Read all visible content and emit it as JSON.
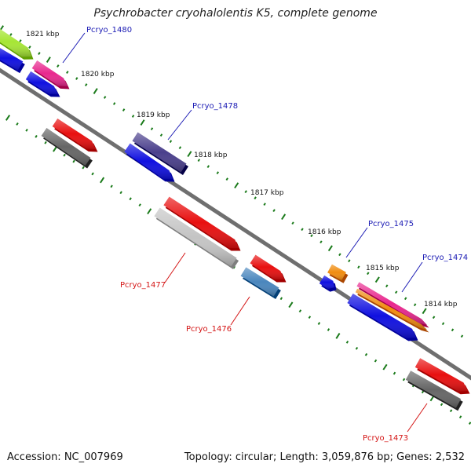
{
  "title": "Psychrobacter cryohalolentis K5, complete genome",
  "footer": {
    "accession": "Accession: NC_007969",
    "summary": "Topology: circular; Length: 3,059,876 bp; Genes: 2,532"
  },
  "colors": {
    "backbone": "#6f6f6f",
    "tick": "#1a7a1a",
    "forward_label": "#1a1ab4",
    "reverse_label": "#d41414"
  },
  "kbp_labels": [
    "1821 kbp",
    "1820 kbp",
    "1819 kbp",
    "1818 kbp",
    "1817 kbp",
    "1816 kbp",
    "1815 kbp",
    "1814 kbp"
  ],
  "gene_labels": {
    "pcryo_1480": "Pcryo_1480",
    "pcryo_1478": "Pcryo_1478",
    "pcryo_1477": "Pcryo_1477",
    "pcryo_1476": "Pcryo_1476",
    "pcryo_1475": "Pcryo_1475",
    "pcryo_1474": "Pcryo_1474",
    "pcryo_1473": "Pcryo_1473"
  },
  "features": [
    {
      "id": "feat-1",
      "color": "#a6e635"
    },
    {
      "id": "feat-2",
      "color": "#e8288e"
    },
    {
      "id": "feat-3",
      "color": "#1010e0"
    },
    {
      "id": "feat-4",
      "color": "#1010e0"
    },
    {
      "id": "feat-5",
      "color": "#e81010"
    },
    {
      "id": "feat-6",
      "color": "#666666"
    },
    {
      "id": "feat-7",
      "color": "#4a3f8c"
    },
    {
      "id": "feat-8",
      "color": "#1010e0"
    },
    {
      "id": "feat-9",
      "color": "#e81010"
    },
    {
      "id": "feat-10",
      "color": "#c4c4c4"
    },
    {
      "id": "feat-11",
      "color": "#e81010"
    },
    {
      "id": "feat-12",
      "color": "#4a86bd"
    },
    {
      "id": "feat-13",
      "color": "#f08c10"
    },
    {
      "id": "feat-14",
      "color": "#1010e0"
    },
    {
      "id": "feat-15",
      "color": "#e8288e"
    },
    {
      "id": "feat-16",
      "color": "#f08c10"
    },
    {
      "id": "feat-17",
      "color": "#1010e0"
    },
    {
      "id": "feat-18",
      "color": "#e81010"
    },
    {
      "id": "feat-19",
      "color": "#666666"
    }
  ]
}
